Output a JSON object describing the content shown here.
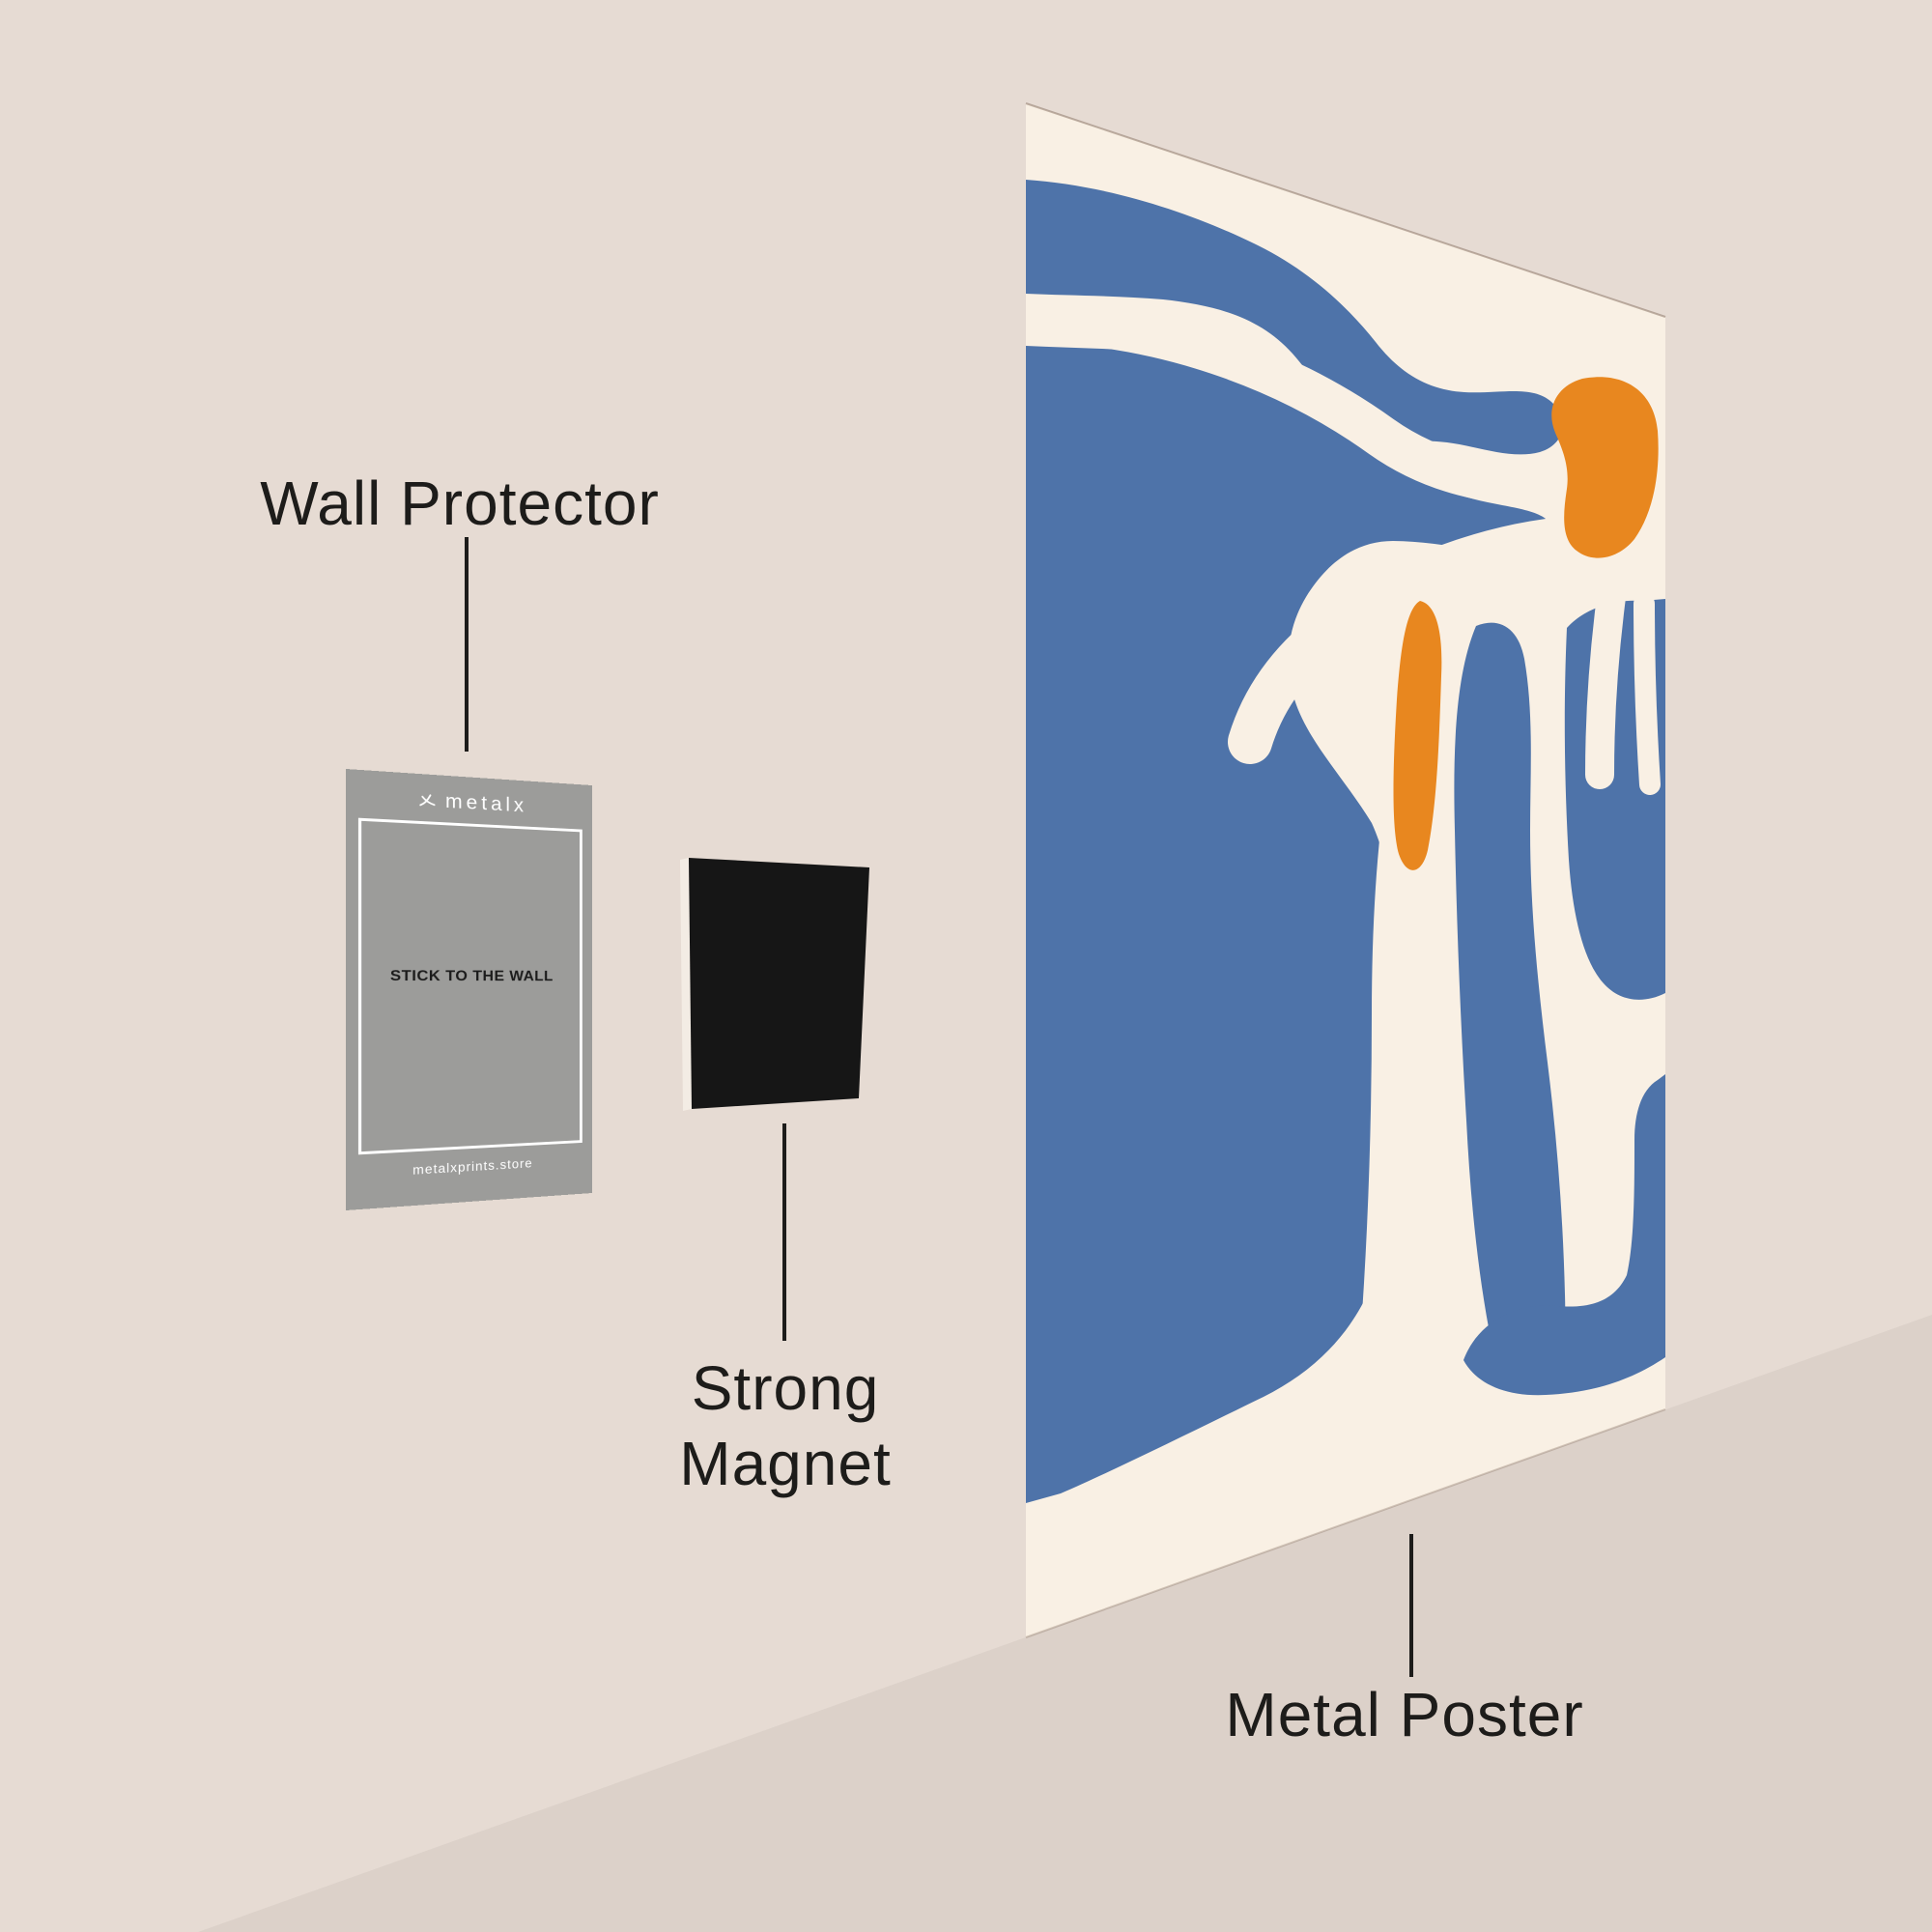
{
  "scene": {
    "type": "product-mounting-diagram",
    "wall_color": "#e6dbd3",
    "wall_shadow_color": "rgba(0,0,0,0.045)",
    "text_color": "#1d1c1a"
  },
  "labels": {
    "wall_protector": "Wall Protector",
    "strong_magnet_line1": "Strong",
    "strong_magnet_line2": "Magnet",
    "metal_poster": "Metal Poster"
  },
  "wall_protector_card": {
    "brand_logo": "metalx",
    "instruction": "STICK TO THE WALL",
    "website": "metalxprints.store",
    "card_color": "#9c9c9a",
    "text_colors": {
      "logo": "#ffffff",
      "instruction": "#1b1b1b",
      "website": "#ffffff"
    }
  },
  "magnet": {
    "color": "#161616",
    "edge_highlight_color": "#f3ece4"
  },
  "poster": {
    "style": "abstract matisse-style flower artwork",
    "colors": {
      "background_cream": "#f9f0e4",
      "flower_blue": "#4e73a9",
      "flower_orange": "#e8871f"
    }
  }
}
